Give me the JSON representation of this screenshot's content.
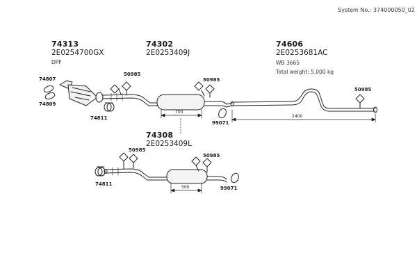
{
  "system_no": "System No.: 374000050_02",
  "groups": [
    {
      "number": "74313",
      "code": "2E0254700GX",
      "note": "DPF"
    },
    {
      "number": "74302",
      "code": "2E0253409J"
    },
    {
      "number": "74606",
      "code": "2E0253681AC",
      "wb": "WB 3665",
      "weight": "Total weight: 5,000 kg"
    },
    {
      "number": "74308",
      "code": "2E0253409L"
    }
  ],
  "parts": {
    "p74807": "74807",
    "p74809": "74809",
    "p74811_top": "74811",
    "p74811_bottom": "74811",
    "p50985_a": "50985",
    "p50985_b": "50985",
    "p50985_c": "50985",
    "p50985_d": "50985",
    "p50985_e": "50985",
    "p99071_top": "99071",
    "p99071_bottom": "99071"
  },
  "dimensions": {
    "d700": "700",
    "d2400": "2400",
    "d500": "500"
  },
  "colors": {
    "stroke": "#222222",
    "fill": "#f4f4f4"
  }
}
